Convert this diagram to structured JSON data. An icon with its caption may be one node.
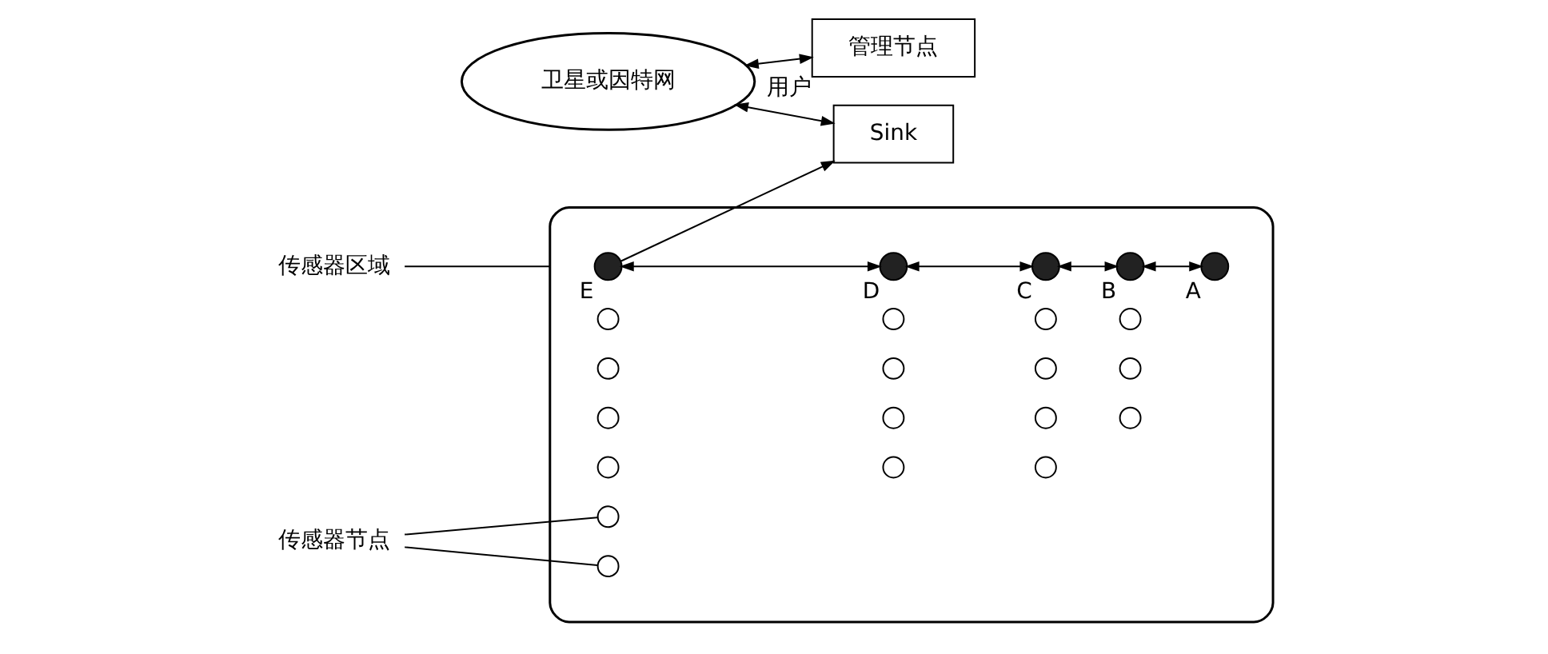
{
  "diagram": {
    "nodes": [
      {
        "text": [
          "卫星或因特网"
        ]
      },
      {
        "text": [
          "Sink"
        ]
      },
      {
        "text": [
          "管理节点"
        ],
        "beside": [
          "用户"
        ]
      },
      {
        "text": [],
        "shape": "cloud"
      },
      {
        "text": [],
        "shape": "circle",
        "in": 3,
        "beside": [
          "E"
        ]
      },
      {
        "text": [],
        "shape": "circle",
        "in": 3,
        "beside": [
          "D"
        ]
      },
      {
        "text": [],
        "shape": "circle",
        "in": 3,
        "beside": [
          "C"
        ]
      },
      {
        "text": [],
        "shape": "circle",
        "in": 3,
        "beside": [
          "B"
        ]
      },
      {
        "text": [],
        "shape": "circle",
        "in": 3,
        "beside": [
          "A"
        ]
      },
      {
        "text": [],
        "shape": "circle",
        "in": 3
      },
      {
        "text": [],
        "shape": "circle",
        "in": 3
      },
      {
        "text": [],
        "shape": "circle",
        "in": 3
      },
      {
        "text": [],
        "shape": "circle",
        "in": 3
      },
      {
        "text": [],
        "shape": "circle",
        "in": 3
      },
      {
        "text": [],
        "shape": "circle",
        "in": 3
      },
      {
        "text": [],
        "shape": "circle",
        "in": 3
      },
      {
        "text": [],
        "shape": "circle",
        "in": 3
      },
      {
        "text": [],
        "shape": "circle",
        "in": 3
      },
      {
        "text": [],
        "shape": "circle",
        "in": 3
      },
      {
        "text": [],
        "shape": "circle",
        "in": 3
      },
      {
        "text": [],
        "shape": "circle",
        "in": 3
      },
      {
        "text": [],
        "shape": "circle",
        "in": 3
      },
      {
        "text": [],
        "shape": "circle",
        "in": 3
      },
      {
        "text": [],
        "shape": "circle",
        "in": 3
      },
      {
        "text": [],
        "shape": "circle",
        "in": 3
      },
      {
        "text": [],
        "shape": "circle",
        "in": 3
      },
      {
        "text": [
          "传感器区域"
        ]
      },
      {
        "text": [
          "传感器节点"
        ]
      }
    ],
    "edges": [
      {
        "from": 0,
        "to": 1,
        "arrow": "both"
      },
      {
        "from": 0,
        "to": 2,
        "arrow": "both"
      },
      {
        "from": 4,
        "to": 1,
        "arrow": "to"
      },
      {
        "from": 4,
        "to": 5,
        "arrow": "both"
      },
      {
        "from": 5,
        "to": 6,
        "arrow": "both"
      },
      {
        "from": 6,
        "to": 7,
        "arrow": "both"
      },
      {
        "from": 7,
        "to": 8,
        "arrow": "both"
      },
      {
        "from": 26,
        "to": 3,
        "arrow": "none"
      },
      {
        "from": 27,
        "to": 25,
        "arrow": "none"
      },
      {
        "from": 27,
        "to": 24,
        "arrow": "none"
      }
    ]
  }
}
